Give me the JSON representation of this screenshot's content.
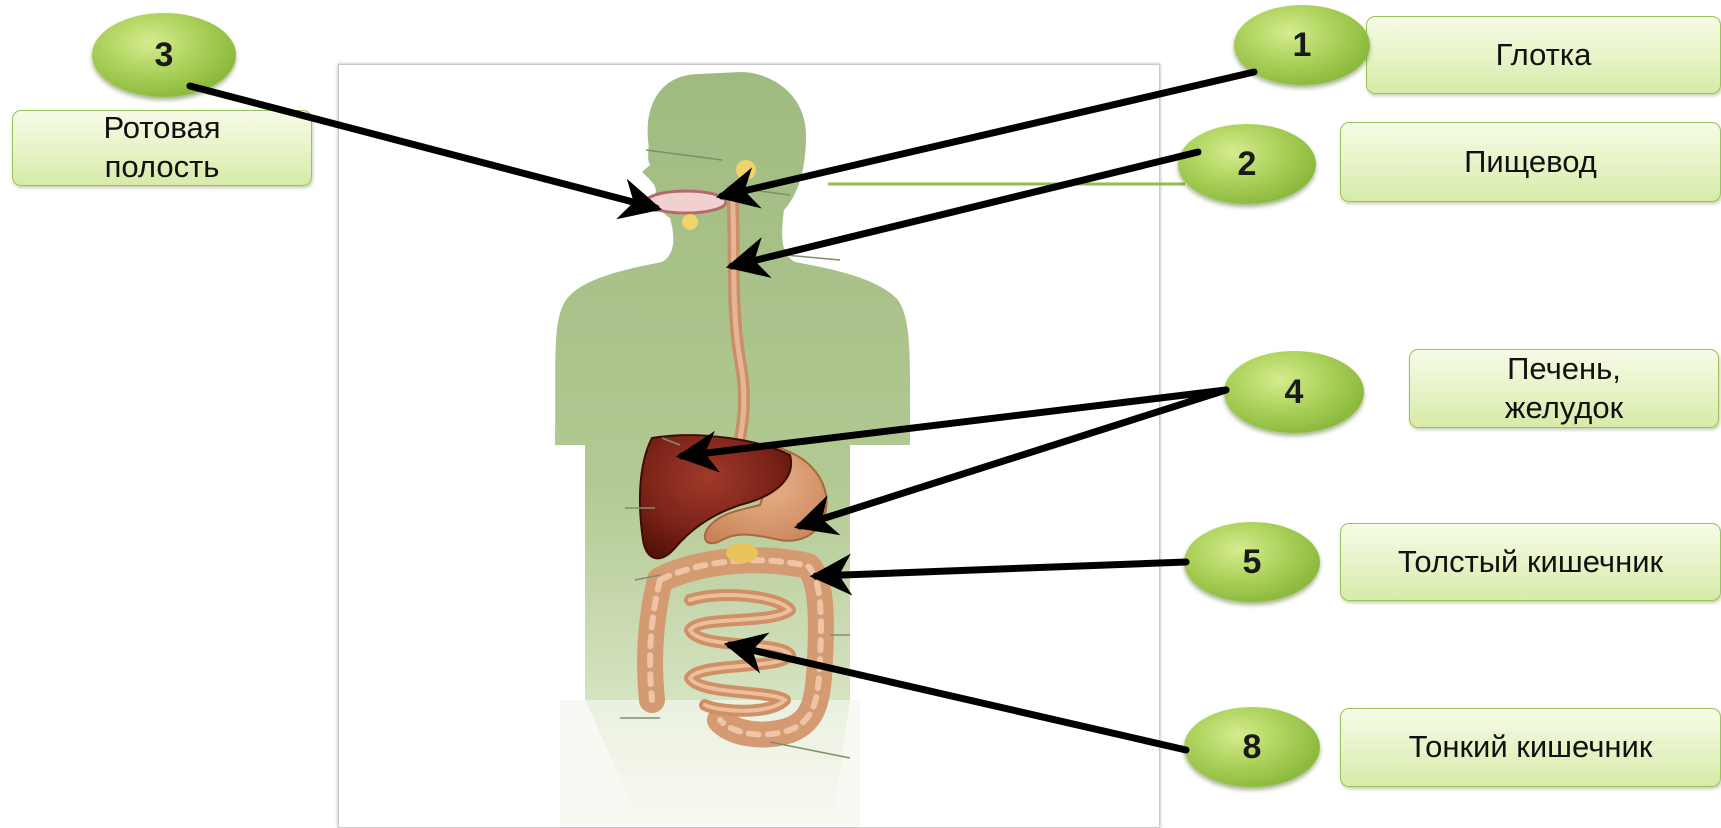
{
  "badges": [
    {
      "id": "1",
      "number": "1"
    },
    {
      "id": "2",
      "number": "2"
    },
    {
      "id": "3",
      "number": "3"
    },
    {
      "id": "4",
      "number": "4"
    },
    {
      "id": "5",
      "number": "5"
    },
    {
      "id": "8",
      "number": "8"
    }
  ],
  "labels": {
    "pharynx": "Глотка",
    "esophagus": "Пищевод",
    "oral_cavity": "Ротовая полость",
    "liver_stomach": "Печень, желудок",
    "large_intestine": "Толстый кишечник",
    "small_intestine": "Тонкий кишечник"
  },
  "colors": {
    "badge_green": "#9cc74b",
    "label_fill": "#e6f3c6",
    "label_border": "#9cc25a",
    "silhouette": "#a9c18a",
    "liver": "#7a2318",
    "intestine": "#d9a07a",
    "arrow": "#000000"
  }
}
